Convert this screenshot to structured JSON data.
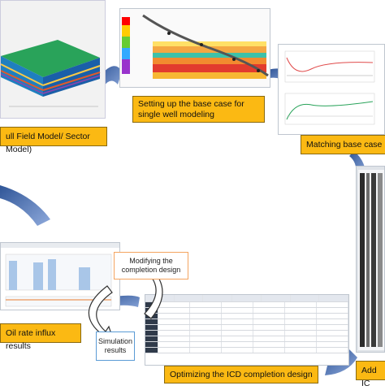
{
  "stages": {
    "full_field": "ull Field Model/ Sector Model)",
    "base_case": "Setting up the base case for single well modeling",
    "matching": "Matching base case",
    "add_icd": "Add IC",
    "optimizing": "Optimizing the ICD completion design",
    "oil_rate": "Oil rate influx results"
  },
  "loop": {
    "modifying": "Modifying the completion design",
    "simulation": "Simulation results"
  },
  "colors": {
    "label_fill": "#fbb913",
    "arrow_blue": "#4472c4",
    "modifying_border": "#f4a460",
    "simulation_border": "#5b9bd5"
  }
}
